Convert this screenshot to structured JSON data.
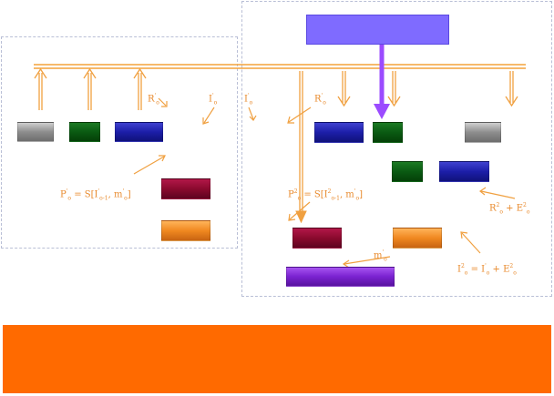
{
  "colors": {
    "bus": "#f4a23a",
    "arrow": "#f0a040",
    "accent_arrow": "#9b4bff",
    "banner": "#ff6a00",
    "top_box": "#7f6bff",
    "gray": "#8d8d8d",
    "green": "#0a5a12",
    "blue": "#1c1ea8",
    "maroon": "#8a0a2e",
    "orange": "#f08820",
    "purple": "#7a22d0"
  },
  "labels": {
    "left_r": "R",
    "left_i": "I",
    "left_p_eq": "P",
    "left_p_rhs": " = S[I",
    "left_p_rhs_end": ", m",
    "right_i": "I",
    "right_r": "R",
    "right_p_eq": "P",
    "right_p_rhs": " = S[I",
    "right_p_rhs_end": ", m",
    "right_m": "m",
    "right_re": "R",
    "right_re_plus": " + E",
    "right_ie": "I",
    "right_ie_eq": " = I",
    "right_ie_plus": " + E"
  }
}
